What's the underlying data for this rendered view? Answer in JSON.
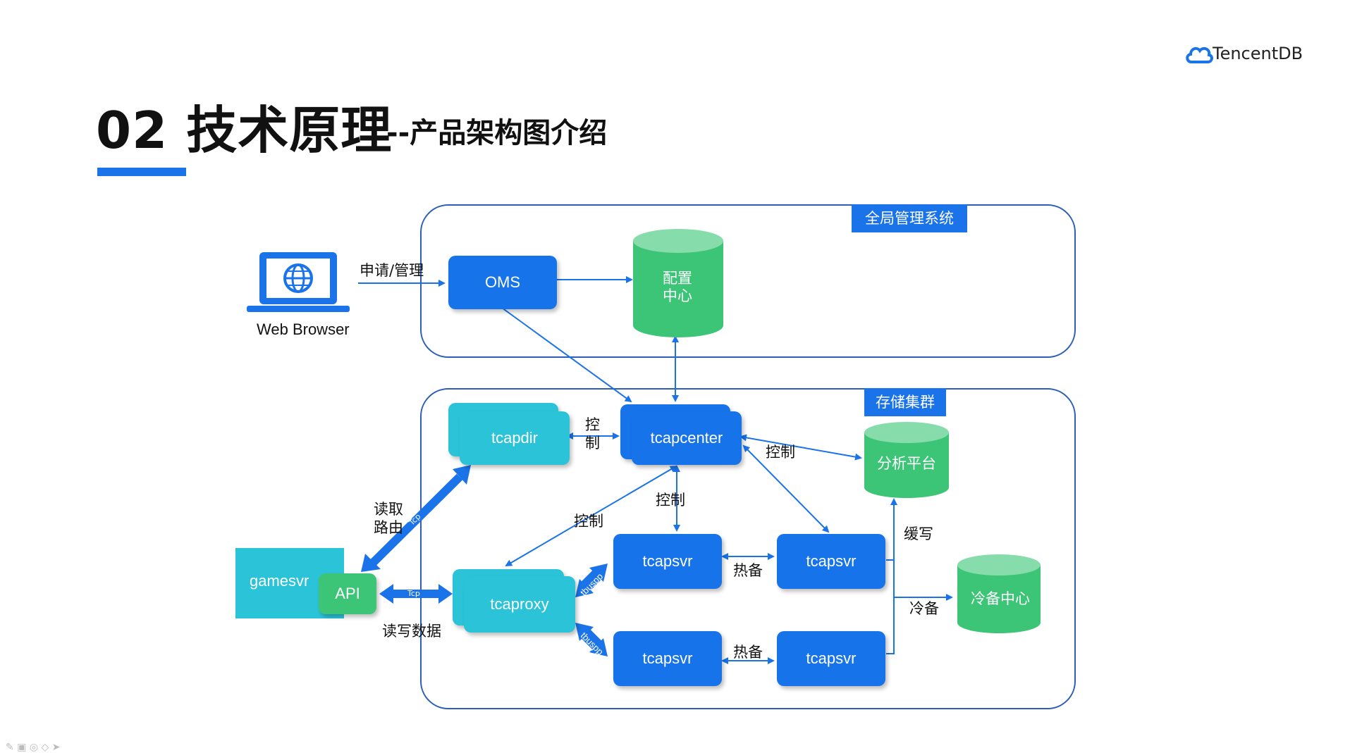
{
  "header": {
    "title_main": "02 技术原理",
    "title_sub": "--产品架构图介绍",
    "logo_text": "TencentDB",
    "logo_icon": "cloud-icon"
  },
  "regions": {
    "management": "全局管理系统",
    "storage": "存储集群"
  },
  "client": {
    "browser_label": "Web Browser",
    "browser_icon": "laptop-globe-icon",
    "request_label": "申请/管理"
  },
  "nodes": {
    "oms": "OMS",
    "config_center": [
      "配置",
      "中心"
    ],
    "tcapdir": "tcapdir",
    "tcapcenter": "tcapcenter",
    "analysis_platform": "分析平台",
    "gamesvr": "gamesvr",
    "api": "API",
    "tcaproxy": "tcaproxy",
    "tcapsvr_top_left": "tcapsvr",
    "tcapsvr_top_right": "tcapsvr",
    "tcapsvr_bottom_left": "tcapsvr",
    "tcapsvr_bottom_right": "tcapsvr",
    "cold_backup_center": "冷备中心"
  },
  "edges": {
    "control_dir": [
      "控",
      "制"
    ],
    "control_analysis": "控制",
    "control_svr": "控制",
    "control_proxy": "控制",
    "read_route": [
      "读取",
      "路由"
    ],
    "tcp_route": "Tcp",
    "read_write": "读写数据",
    "tcp_rw": "Tcp",
    "tbuspp_top": "tbuspp",
    "tbuspp_bottom": "tbuspp",
    "hot_standby_top": "热备",
    "hot_standby_bottom": "热备",
    "cache_write": "缓写",
    "cold_backup": "冷备"
  },
  "colors": {
    "accent_blue": "#1673ea",
    "cyan": "#2bc3d8",
    "green": "#3dc577",
    "border": "#2d5fb8"
  }
}
